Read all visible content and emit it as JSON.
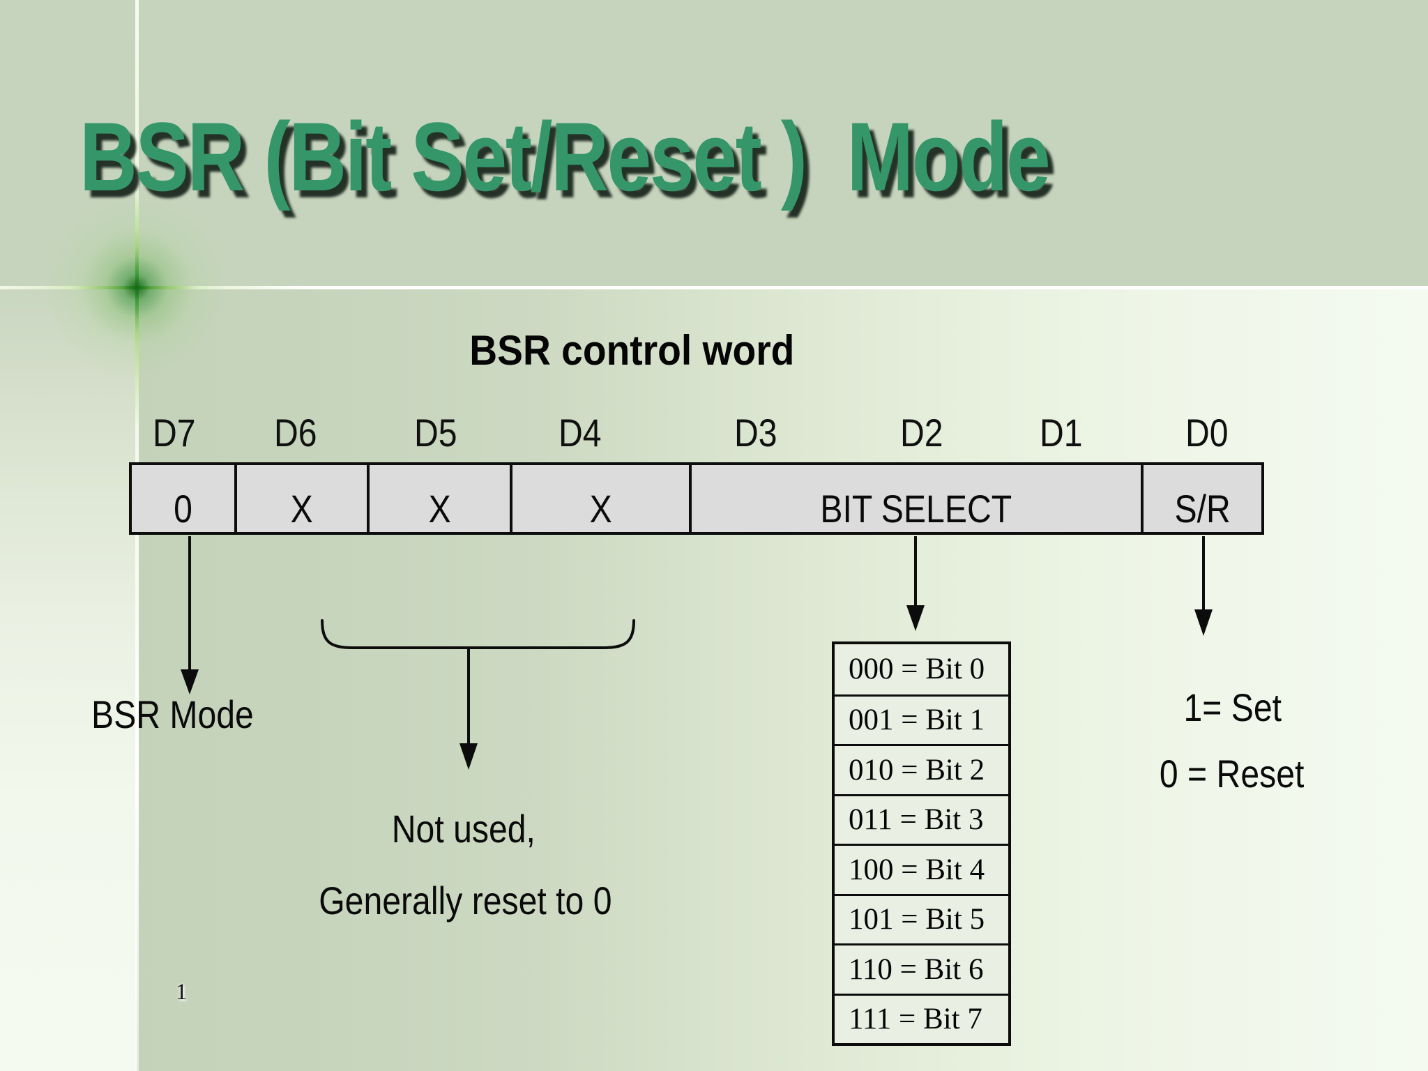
{
  "slide": {
    "title": "BSR (Bit Set/Reset )  Mode",
    "subtitle": "BSR control word",
    "page_number": "1"
  },
  "register": {
    "bit_labels": [
      "D7",
      "D6",
      "D5",
      "D4",
      "D3",
      "D2",
      "D1",
      "D0"
    ],
    "cells": [
      "0",
      "X",
      "X",
      "X",
      "BIT SELECT",
      "S/R"
    ]
  },
  "annotations": {
    "bsr_mode": "BSR Mode",
    "not_used_line1": "Not used,",
    "not_used_line2": "Generally reset to 0",
    "set_label": "1= Set",
    "reset_label": "0 = Reset"
  },
  "bit_select_table": {
    "rows": [
      "000 = Bit 0",
      "001 = Bit 1",
      "010 = Bit 2",
      "011 = Bit 3",
      "100 = Bit 4",
      "101 = Bit 5",
      "110 = Bit 6",
      "111 = Bit 7"
    ]
  },
  "colors": {
    "title_green": "#349669",
    "title_shadow": "#0e1a12",
    "background_sage": "#c6d4bd",
    "background_light": "#f4faf0",
    "register_cell_gray": "#dcdcdc",
    "table_fill": "#e9f0e3",
    "line_black": "#0c0c0c",
    "cross_green": "#2f8f2f"
  }
}
